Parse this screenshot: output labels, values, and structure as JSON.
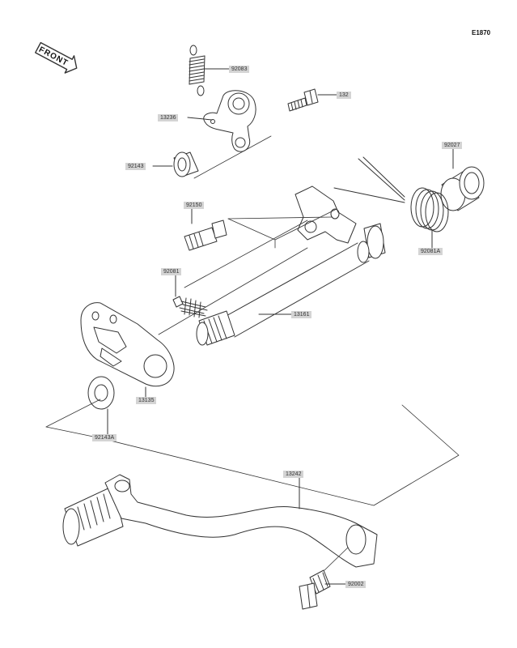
{
  "page": {
    "code": "E1870"
  },
  "front_badge": {
    "text": "FRONT"
  },
  "parts": [
    {
      "id": "92083",
      "label": "92083"
    },
    {
      "id": "132",
      "label": "132"
    },
    {
      "id": "13236",
      "label": "13236"
    },
    {
      "id": "92143",
      "label": "92143"
    },
    {
      "id": "92027",
      "label": "92027"
    },
    {
      "id": "92150",
      "label": "92150"
    },
    {
      "id": "92081A",
      "label": "92081A"
    },
    {
      "id": "92081",
      "label": "92081"
    },
    {
      "id": "13161",
      "label": "13161"
    },
    {
      "id": "13135",
      "label": "13135"
    },
    {
      "id": "92143A",
      "label": "92143A"
    },
    {
      "id": "13242",
      "label": "13242"
    },
    {
      "id": "92002",
      "label": "92002"
    }
  ],
  "colors": {
    "line": "#333333",
    "label_bg": "#d4d4d4",
    "label_text": "#333333"
  }
}
